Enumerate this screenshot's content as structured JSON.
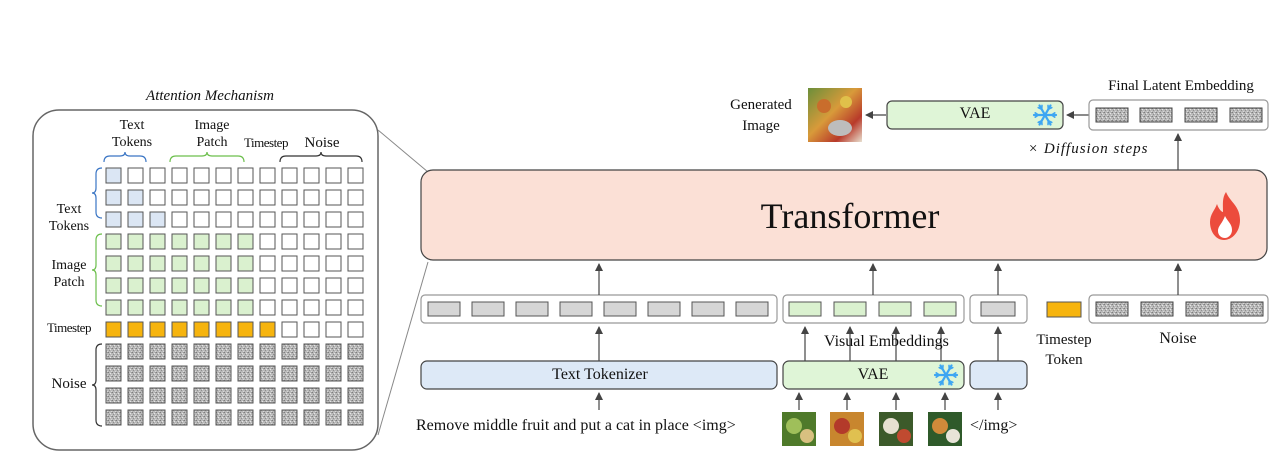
{
  "attention": {
    "title": "Attention Mechanism",
    "col_headers": [
      "Text\nTokens",
      "Image\nPatch",
      "Timestep",
      "Noise"
    ],
    "row_labels": [
      "Text\nTokens",
      "Image\nPatch",
      "Timestep",
      "Noise"
    ]
  },
  "transformer": {
    "label": "Transformer",
    "icon": "fire-icon"
  },
  "top": {
    "generated_image_label": "Generated\nImage",
    "vae_label": "VAE",
    "final_latent_label": "Final Latent Embedding",
    "diffusion_steps_label": "× Diffusion steps"
  },
  "bottom": {
    "visual_embeddings_label": "Visual Embeddings",
    "timestep_token_label": "Timestep\nToken",
    "noise_label": "Noise",
    "text_tokenizer_label": "Text Tokenizer",
    "vae_label": "VAE",
    "prompt_text": "Remove middle fruit and put a cat in place <img>",
    "img_close_text": "</img>"
  },
  "colors": {
    "transformer_fill": "#fbe0d6",
    "vae_fill": "#dff5d7",
    "tokenizer_fill": "#dde9f7",
    "timestep_fill": "#f6b40e",
    "noise_fill": "#b8b8b8",
    "text_token_fill": "#dbe6f4",
    "image_patch_fill": "#daf1cf",
    "snowflake": "#3ea6f2",
    "fire": "#ec4b3c"
  }
}
